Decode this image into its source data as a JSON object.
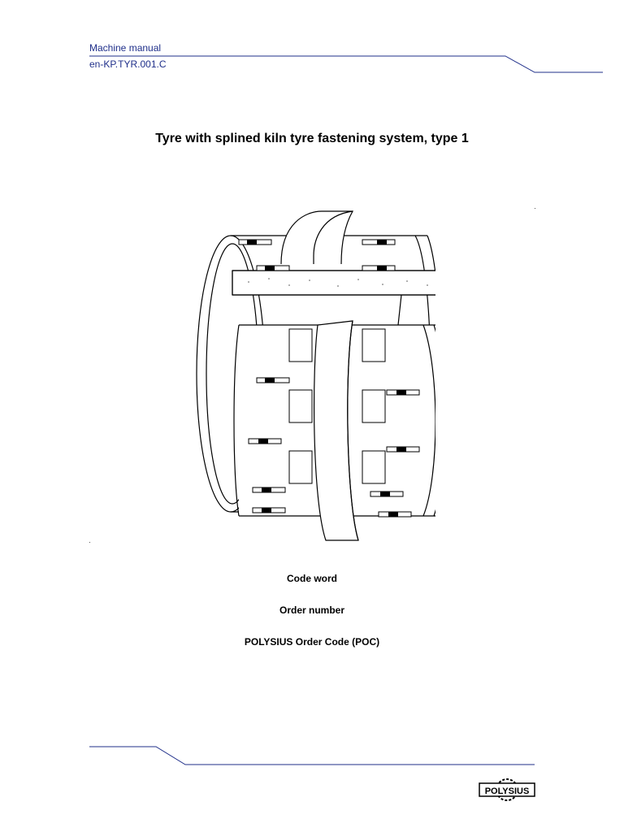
{
  "header": {
    "doc_type": "Machine manual",
    "doc_code": "en-KP.TYR.001.C",
    "rule_color": "#1f2f8a"
  },
  "title": "Tyre with splined kiln tyre fastening system, type 1",
  "drawing": {
    "subject": "kiln-tyre-fastening-system-drawing"
  },
  "info_fields": {
    "code_word": "Code word",
    "order_number": "Order number",
    "poc": "POLYSIUS Order Code (POC)"
  },
  "logo": {
    "text": "POLYSIUS"
  }
}
